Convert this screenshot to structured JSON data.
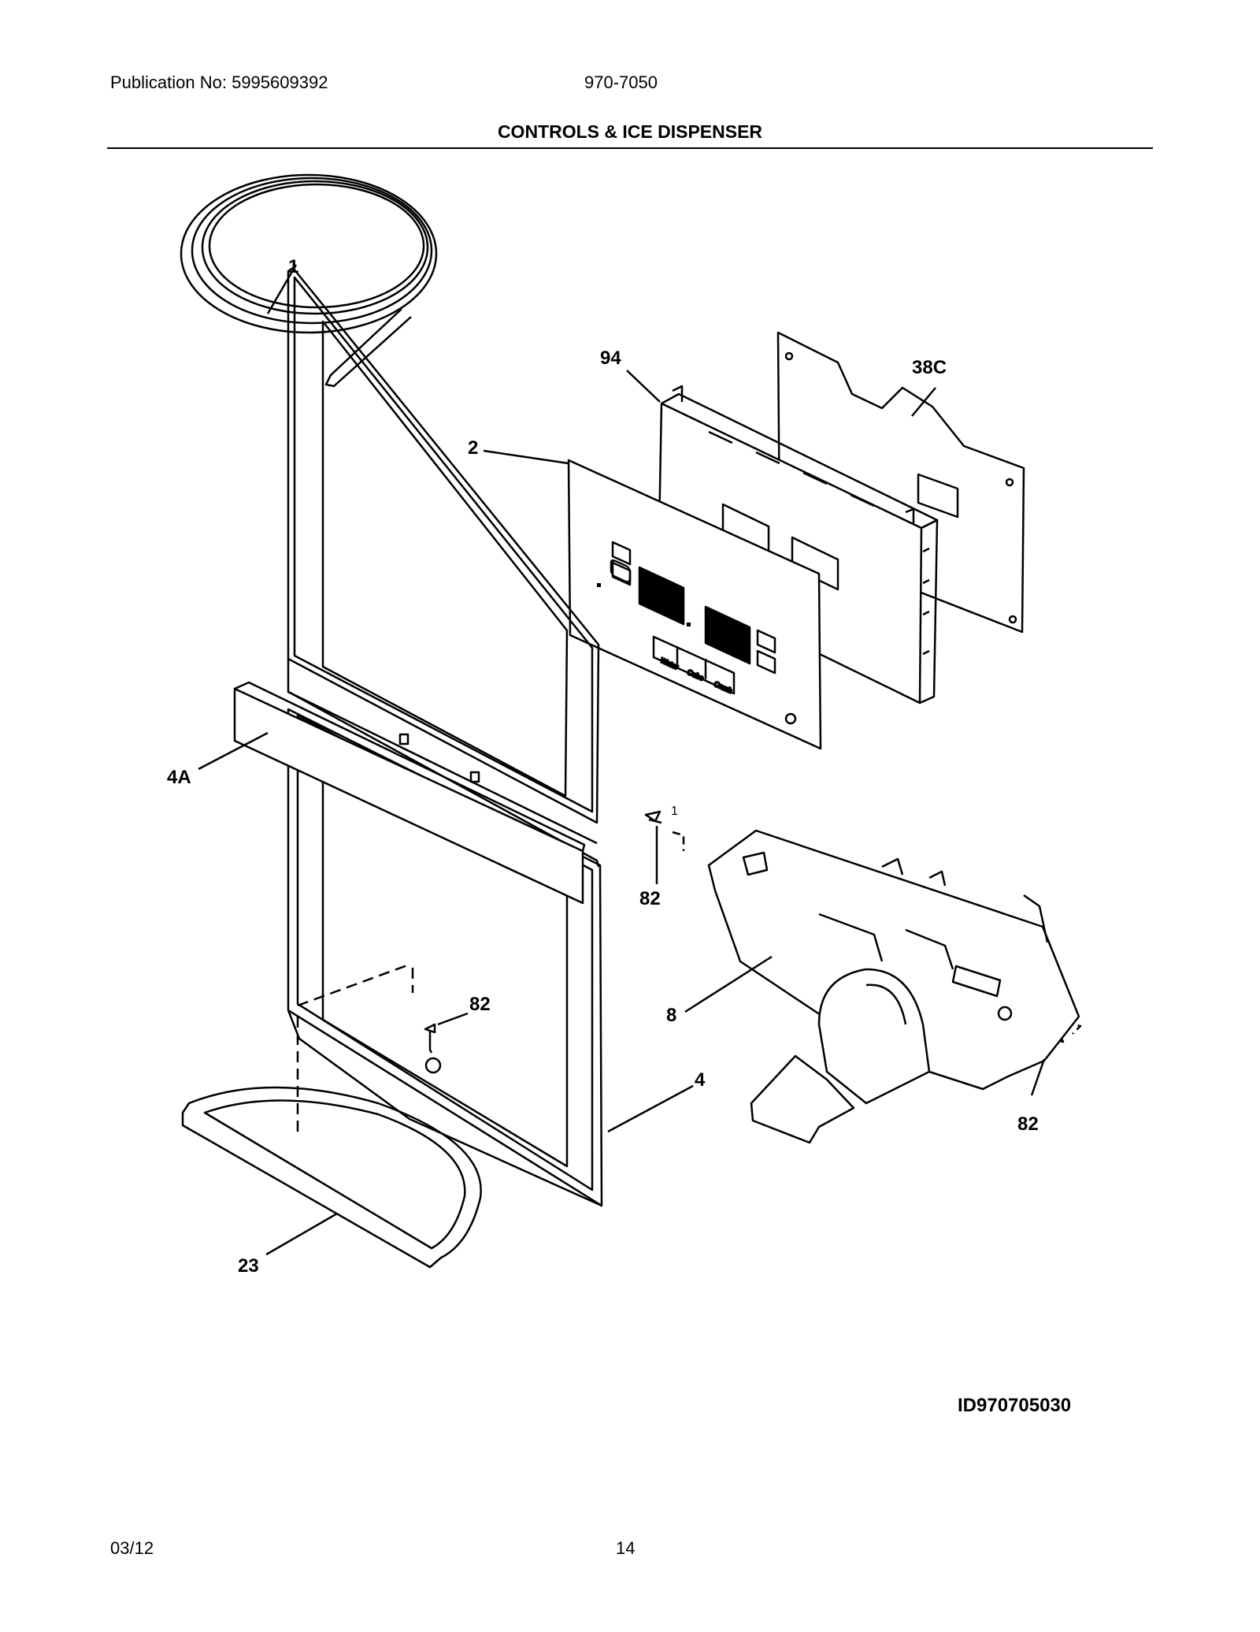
{
  "header": {
    "publication": "Publication No: 5995609392",
    "model": "970-7050",
    "title": "CONTROLS & ICE DISPENSER"
  },
  "callouts": {
    "c1": "1",
    "c94": "94",
    "c38c": "38C",
    "c2": "2",
    "c4a": "4A",
    "c82a": "82",
    "c82b": "82",
    "c82c": "82",
    "c8": "8",
    "c4": "4",
    "c23": "23",
    "screw_ref": "1"
  },
  "panel_text": {
    "water": "Water",
    "cube": "Cube",
    "crush": "Crush"
  },
  "diagram_id": "ID970705030",
  "footer": {
    "date": "03/12",
    "page": "14"
  }
}
